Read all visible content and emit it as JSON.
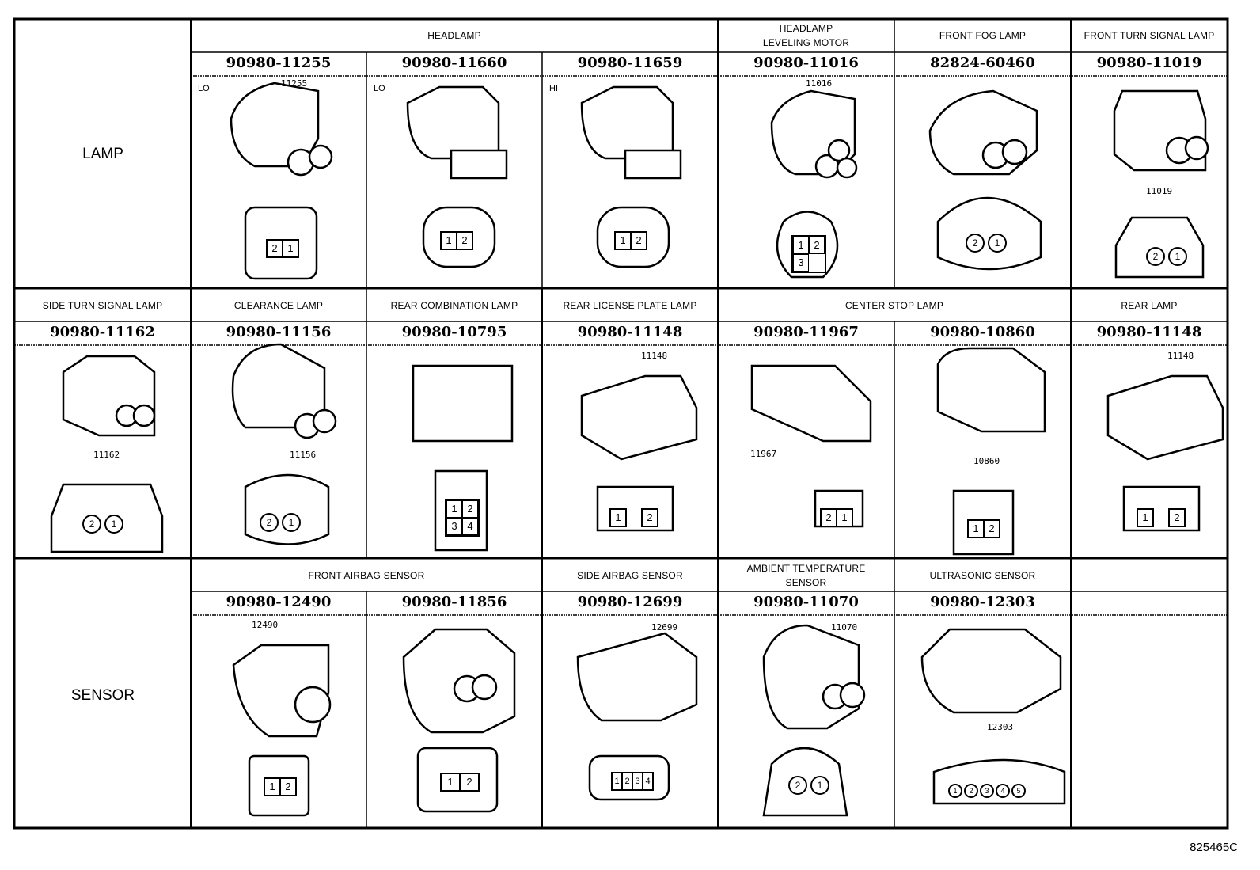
{
  "sections": {
    "lamp": "LAMP",
    "sensor": "SENSOR"
  },
  "lamp_row": {
    "headers": {
      "headlamp": "HEADLAMP",
      "leveling_line1": "HEADLAMP",
      "leveling_line2": "LEVELING MOTOR",
      "front_fog": "FRONT FOG LAMP",
      "front_turn": "FRONT TURN SIGNAL LAMP"
    },
    "parts": [
      "90980-11255",
      "90980-11660",
      "90980-11659",
      "90980-11016",
      "82824-60460",
      "90980-11019"
    ],
    "callouts": [
      "11255",
      "11016",
      "11019"
    ],
    "side_labels": [
      "LO",
      "LO",
      "HI"
    ]
  },
  "mid_row": {
    "headers": [
      "SIDE TURN SIGNAL LAMP",
      "CLEARANCE LAMP",
      "REAR COMBINATION LAMP",
      "REAR LICENSE PLATE LAMP",
      "CENTER STOP LAMP",
      "REAR LAMP"
    ],
    "parts": [
      "90980-11162",
      "90980-11156",
      "90980-10795",
      "90980-11148",
      "90980-11967",
      "90980-10860",
      "90980-11148"
    ],
    "callouts": [
      "11162",
      "11156",
      "11148",
      "11967",
      "10860",
      "11148"
    ]
  },
  "sensor_row": {
    "headers": {
      "front_airbag": "FRONT AIRBAG SENSOR",
      "side_airbag": "SIDE AIRBAG SENSOR",
      "ambient_line1": "AMBIENT TEMPERATURE",
      "ambient_line2": "SENSOR",
      "ultrasonic": "ULTRASONIC SENSOR"
    },
    "parts": [
      "90980-12490",
      "90980-11856",
      "90980-12699",
      "90980-11070",
      "90980-12303"
    ],
    "callouts": [
      "12490",
      "12699",
      "11070",
      "12303"
    ]
  },
  "pins": {
    "two_rev": [
      "2",
      "1"
    ],
    "two": [
      "1",
      "2"
    ],
    "three": [
      "1",
      "2",
      "3"
    ],
    "four": [
      "1",
      "2",
      "3",
      "4"
    ],
    "five": [
      "1",
      "2",
      "3",
      "4",
      "5"
    ]
  },
  "figure_id": "825465C"
}
